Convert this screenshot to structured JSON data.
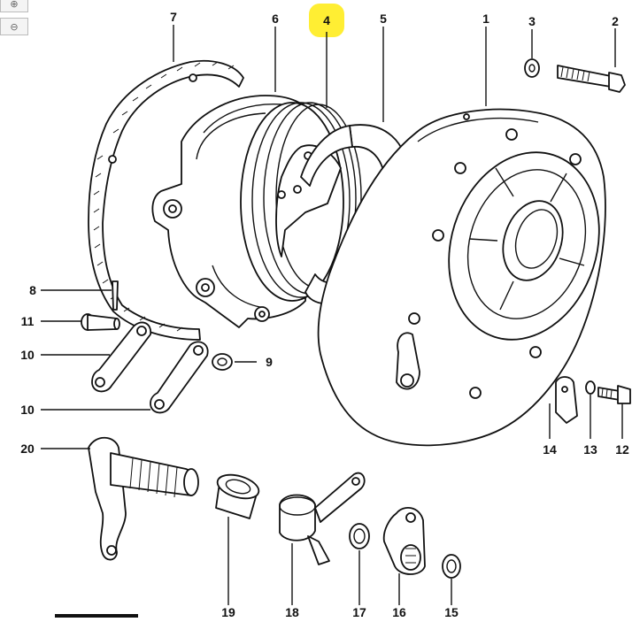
{
  "toolbar": {
    "zoom_in_icon": "zoom-in-icon",
    "zoom_out_icon": "zoom-out-icon"
  },
  "highlight_color": "#ffee33",
  "callouts": {
    "c1": "1",
    "c2": "2",
    "c3": "3",
    "c4": "4",
    "c5": "5",
    "c6": "6",
    "c7": "7",
    "c8": "8",
    "c9": "9",
    "c10a": "10",
    "c10b": "10",
    "c11": "11",
    "c12": "12",
    "c13": "13",
    "c14": "14",
    "c15": "15",
    "c16": "16",
    "c17": "17",
    "c18": "18",
    "c19": "19",
    "c20": "20"
  }
}
